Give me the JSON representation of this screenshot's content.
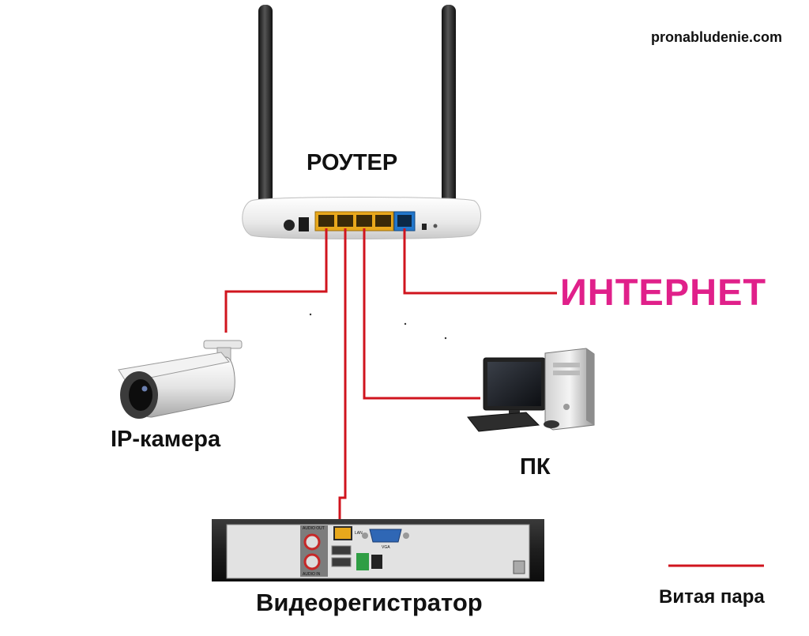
{
  "watermark": "pronabludenie.com",
  "labels": {
    "router": "РОУТЕР",
    "internet": "ИНТЕРНЕТ",
    "camera": "IP-камера",
    "pc": "ПК",
    "nvr": "Видеорегистратор"
  },
  "device_text": {
    "nvr_audio_out": "AUDIO OUT",
    "nvr_audio_in": "AUDIO IN",
    "nvr_lan": "LAN",
    "nvr_vga": "VGA"
  },
  "legend": {
    "label": "Витая пара"
  },
  "colors": {
    "cable": "#d0141e",
    "internet_text": "#e0208a",
    "lan_port": "#e8a81c",
    "wan_port": "#2277cc"
  },
  "connections": [
    {
      "from": "router-lan-1",
      "to": "ip-camera"
    },
    {
      "from": "router-lan-2",
      "to": "nvr"
    },
    {
      "from": "router-lan-3",
      "to": "pc"
    },
    {
      "from": "router-wan",
      "to": "internet"
    }
  ]
}
